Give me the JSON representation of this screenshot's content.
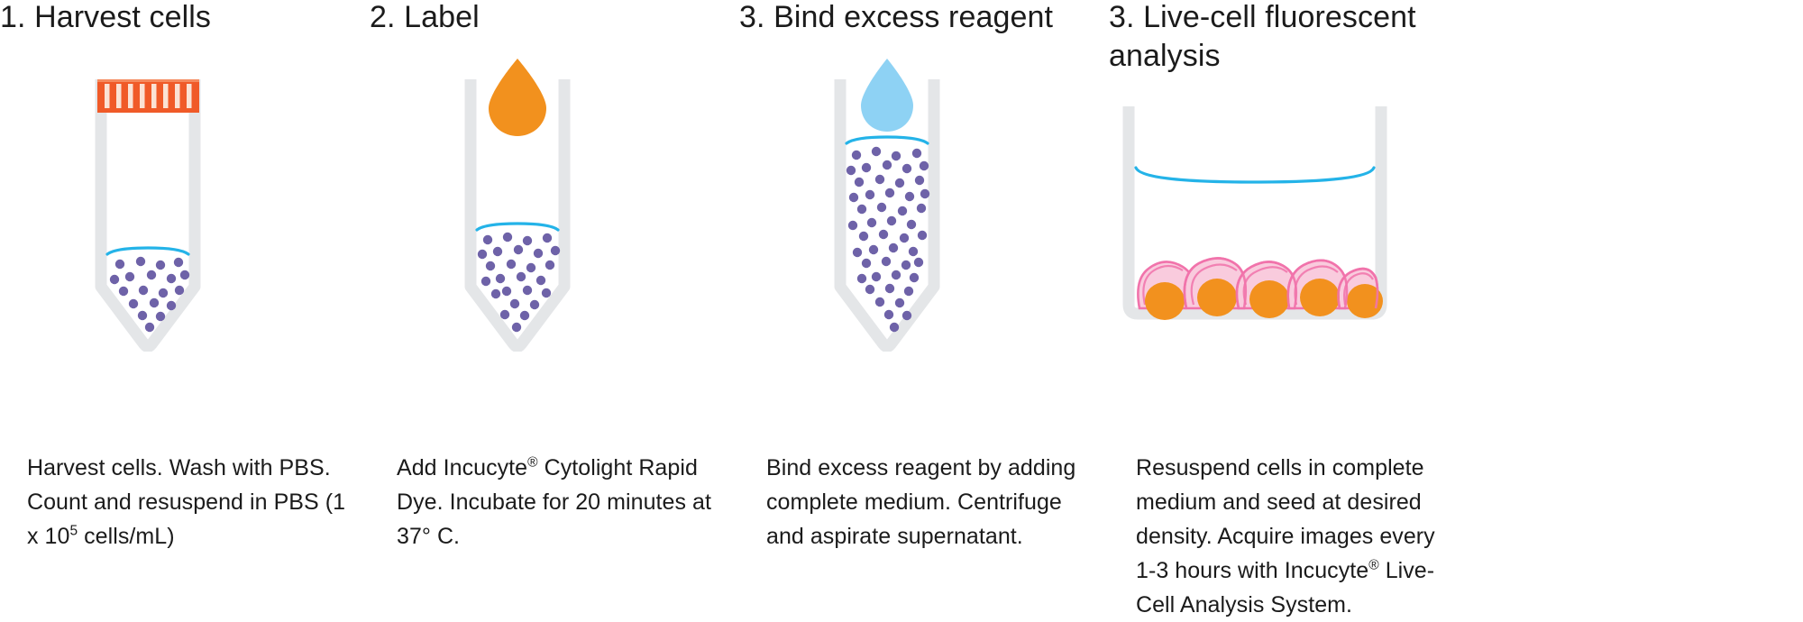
{
  "figure": {
    "type": "workflow-diagram",
    "title_visible": false,
    "panel_count": 4,
    "colors": {
      "cap_orange": "#F05A28",
      "cap_stripe": "#FBE2D4",
      "droplet_orange": "#F2911E",
      "droplet_blue": "#8ED2F4",
      "tube_gray": "#E4E6E8",
      "liquid_line_blue": "#24B3E8",
      "cell_dot_purple": "#6E62A8",
      "cell_body_pink": "#F9CBDD",
      "cell_outline_pink": "#F173AB",
      "nucleus_orange": "#F2911E",
      "text": "#1B1B1B",
      "background": "#FFFFFF"
    }
  },
  "panels": [
    {
      "number": "1.",
      "heading": "1. Harvest cells",
      "caption_line1": "Harvest cells. Wash with PBS.",
      "caption_line2": "Count and resuspend in",
      "caption_line3_pre": "PBS (1 x 10",
      "caption_line3_sup": "5",
      "caption_line3_post": " cells/mL)",
      "caption_plain": "Harvest cells. Wash with PBS. Count and resuspend in PBS (1 x 10^5 cells/mL)",
      "illustration": "centrifuge-tube-with-orange-striped-cap-and-cells"
    },
    {
      "number": "2.",
      "heading": "2. Label",
      "caption_plain": "Add Incucyte® Cytolight Rapid Dye. Incubate for 20 minutes at 37° C.",
      "illustration": "centrifuge-tube-with-orange-dye-droplet"
    },
    {
      "number": "3.",
      "heading": "3. Bind excess reagent",
      "caption_plain": "Bind excess reagent by adding complete medium. Centrifuge and aspirate supernatant.",
      "illustration": "centrifuge-tube-with-blue-medium-droplet-and-many-cells"
    },
    {
      "number": "3.",
      "heading": "3. Live-cell fluorescent analysis",
      "caption_plain": "Resuspend cells in complete medium and seed at desired density. Acquire images every 1-3 hours with Incucyte® Live-Cell Analysis System.",
      "illustration": "culture-vessel-with-adherent-labeled-cells"
    }
  ],
  "captions_rich": {
    "panel2": {
      "pre": "Add Incucyte",
      "reg": "®",
      "post": " Cytolight Rapid Dye. Incubate for 20 minutes at 37° C."
    },
    "panel3": {
      "text": "Bind excess reagent by adding complete medium. Centrifuge and aspirate supernatant."
    },
    "panel4": {
      "pre": "Resuspend cells in complete medium and seed at desired density. Acquire images every 1-3 hours with Incucyte",
      "reg": "®",
      "post": " Live-Cell Analysis System."
    }
  }
}
